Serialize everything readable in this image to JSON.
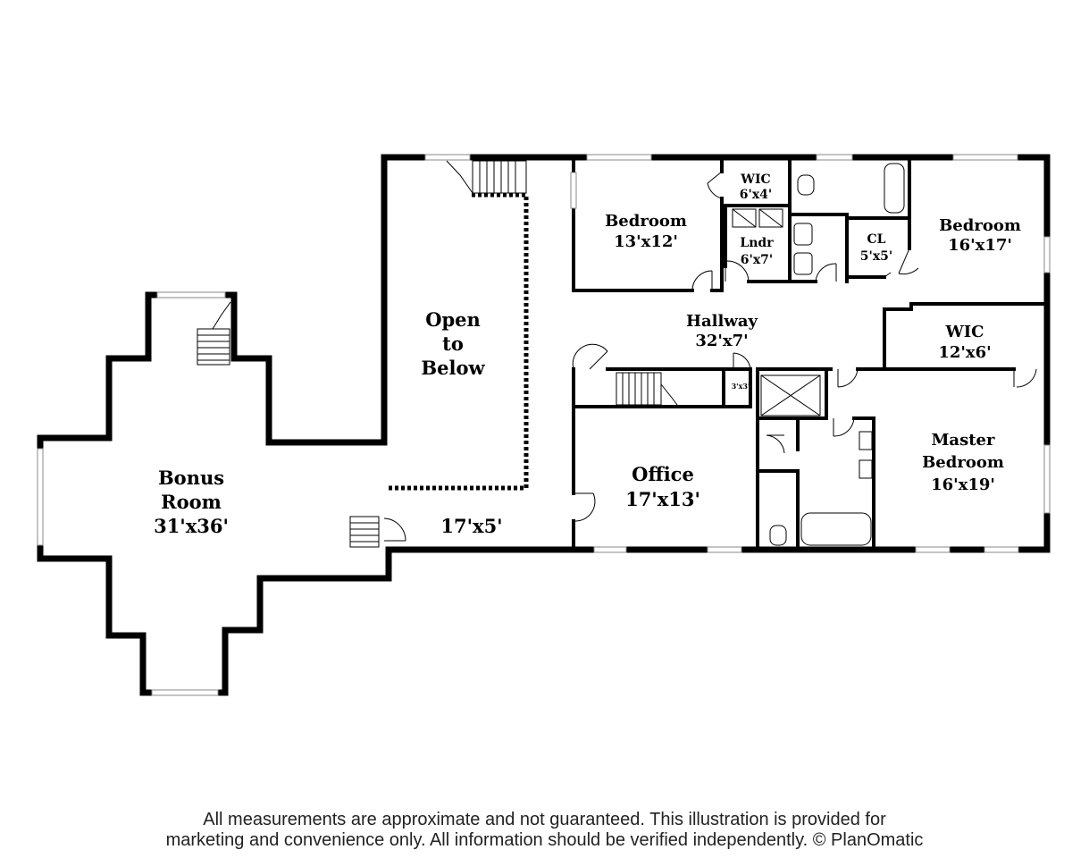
{
  "rooms": {
    "bonus": {
      "line1": "Bonus",
      "line2": "Room",
      "dims": "31'x36'"
    },
    "open_below": {
      "line1": "Open",
      "line2": "to",
      "line3": "Below"
    },
    "landing": {
      "dims": "17'x5'"
    },
    "bedroom2": {
      "name": "Bedroom",
      "dims": "13'x12'"
    },
    "wic_small": {
      "name": "WIC",
      "dims": "6'x4'"
    },
    "laundry": {
      "name": "Lndr",
      "dims": "6'x7'"
    },
    "closet": {
      "name": "CL",
      "dims": "5'x5'"
    },
    "bedroom3": {
      "name": "Bedroom",
      "dims": "16'x17'"
    },
    "hallway": {
      "name": "Hallway",
      "dims": "32'x7'"
    },
    "wic_large": {
      "name": "WIC",
      "dims": "12'x6'"
    },
    "closet_small": {
      "dims": "3'x3'"
    },
    "office": {
      "name": "Office",
      "dims": "17'x13'"
    },
    "master": {
      "line1": "Master",
      "line2": "Bedroom",
      "dims": "16'x19'"
    }
  },
  "disclaimer": {
    "line1": "All measurements are approximate and not guaranteed. This illustration is provided for",
    "line2": "marketing and convenience only. All information should be verified independently. © PlanOmatic"
  }
}
